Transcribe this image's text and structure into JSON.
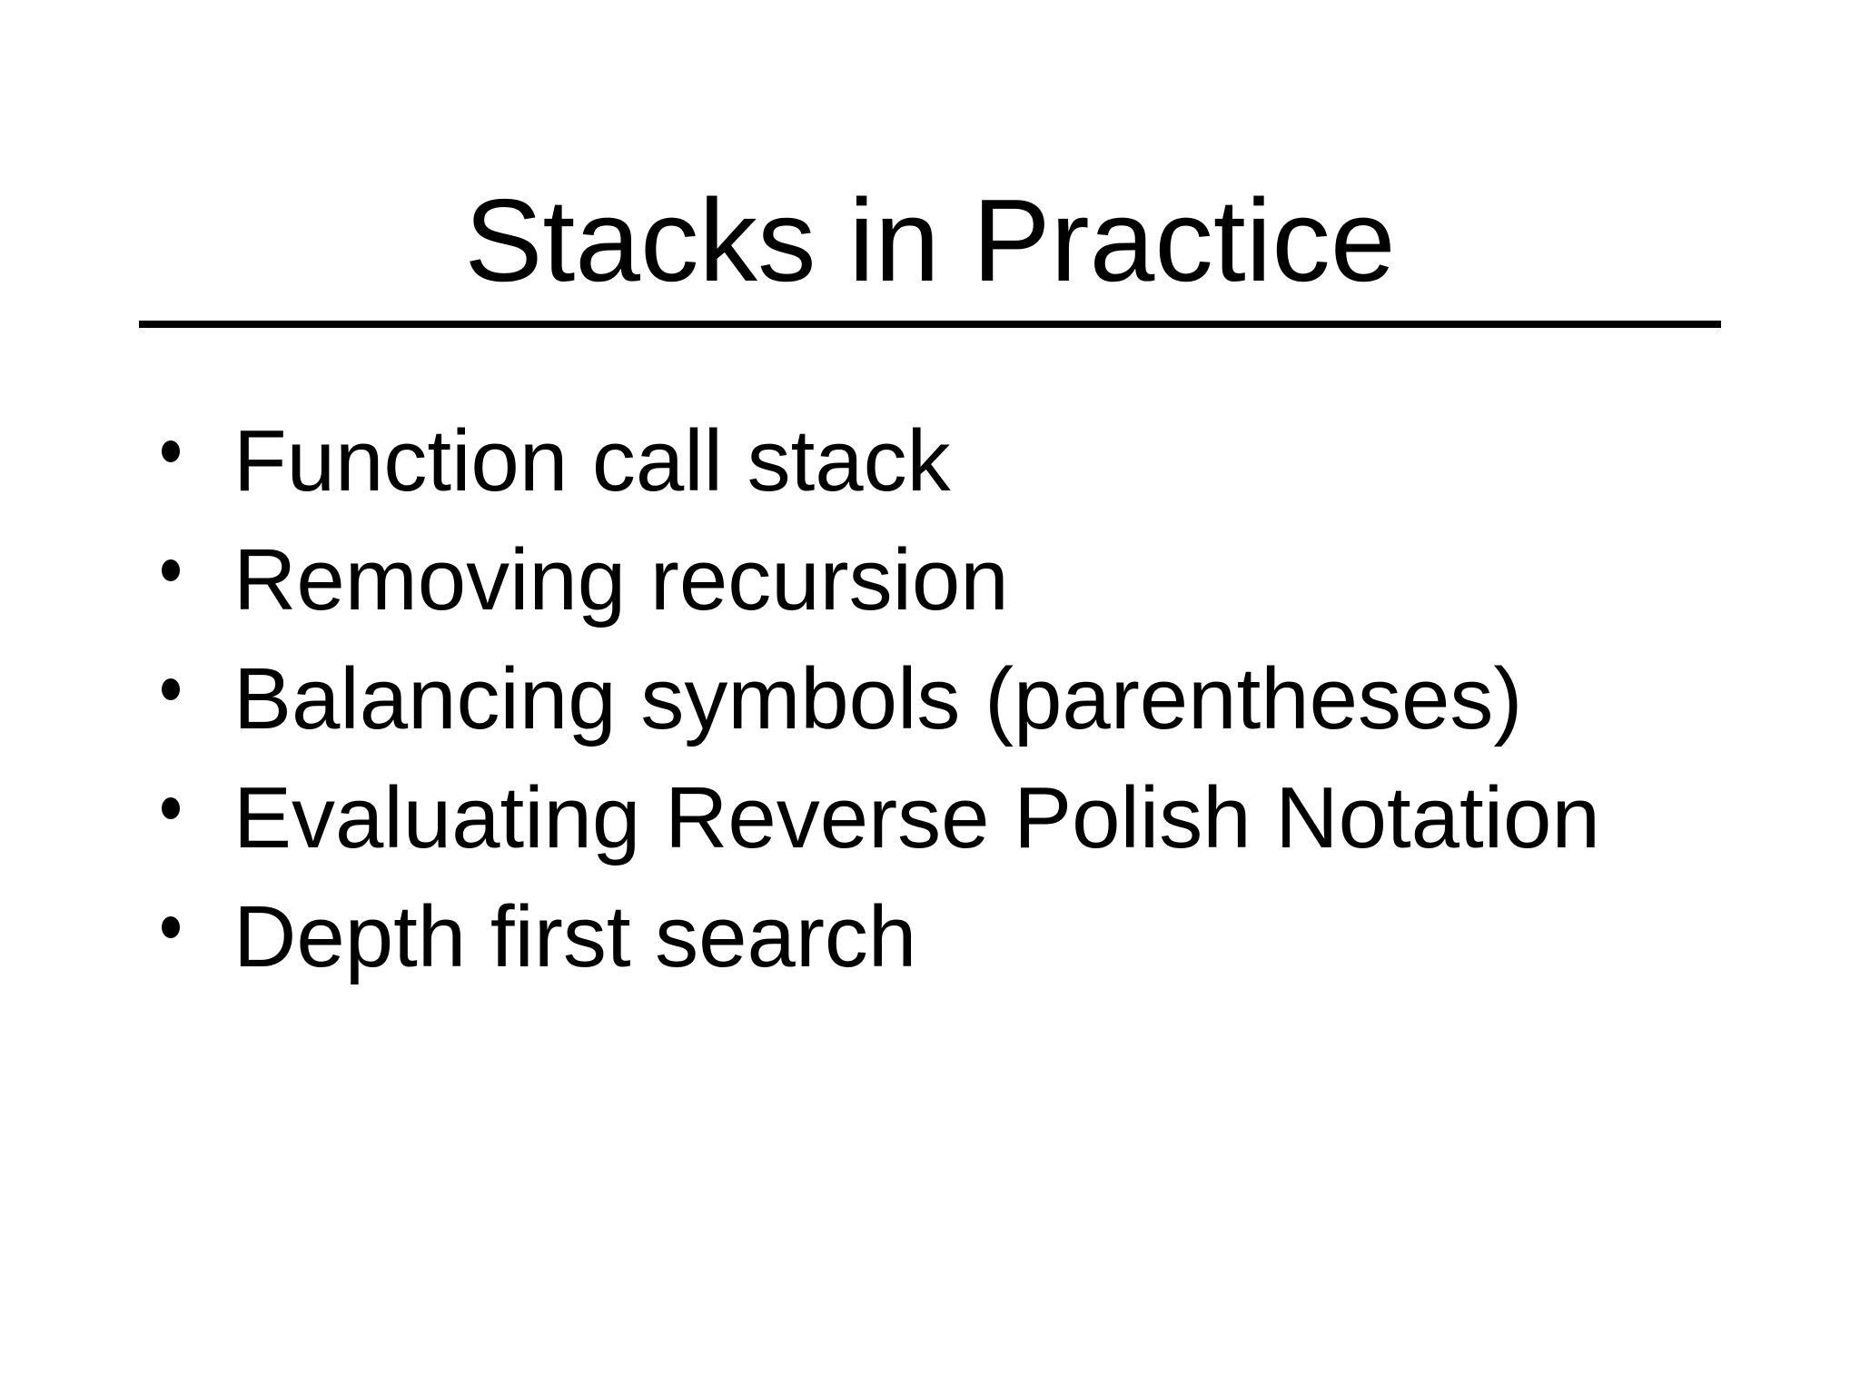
{
  "slide": {
    "title": "Stacks in Practice",
    "bullets": [
      "Function call stack",
      "Removing recursion",
      "Balancing symbols (parentheses)",
      "Evaluating Reverse Polish Notation",
      "Depth first search"
    ],
    "colors": {
      "background": "#ffffff",
      "text": "#000000",
      "rule": "#000000"
    }
  }
}
